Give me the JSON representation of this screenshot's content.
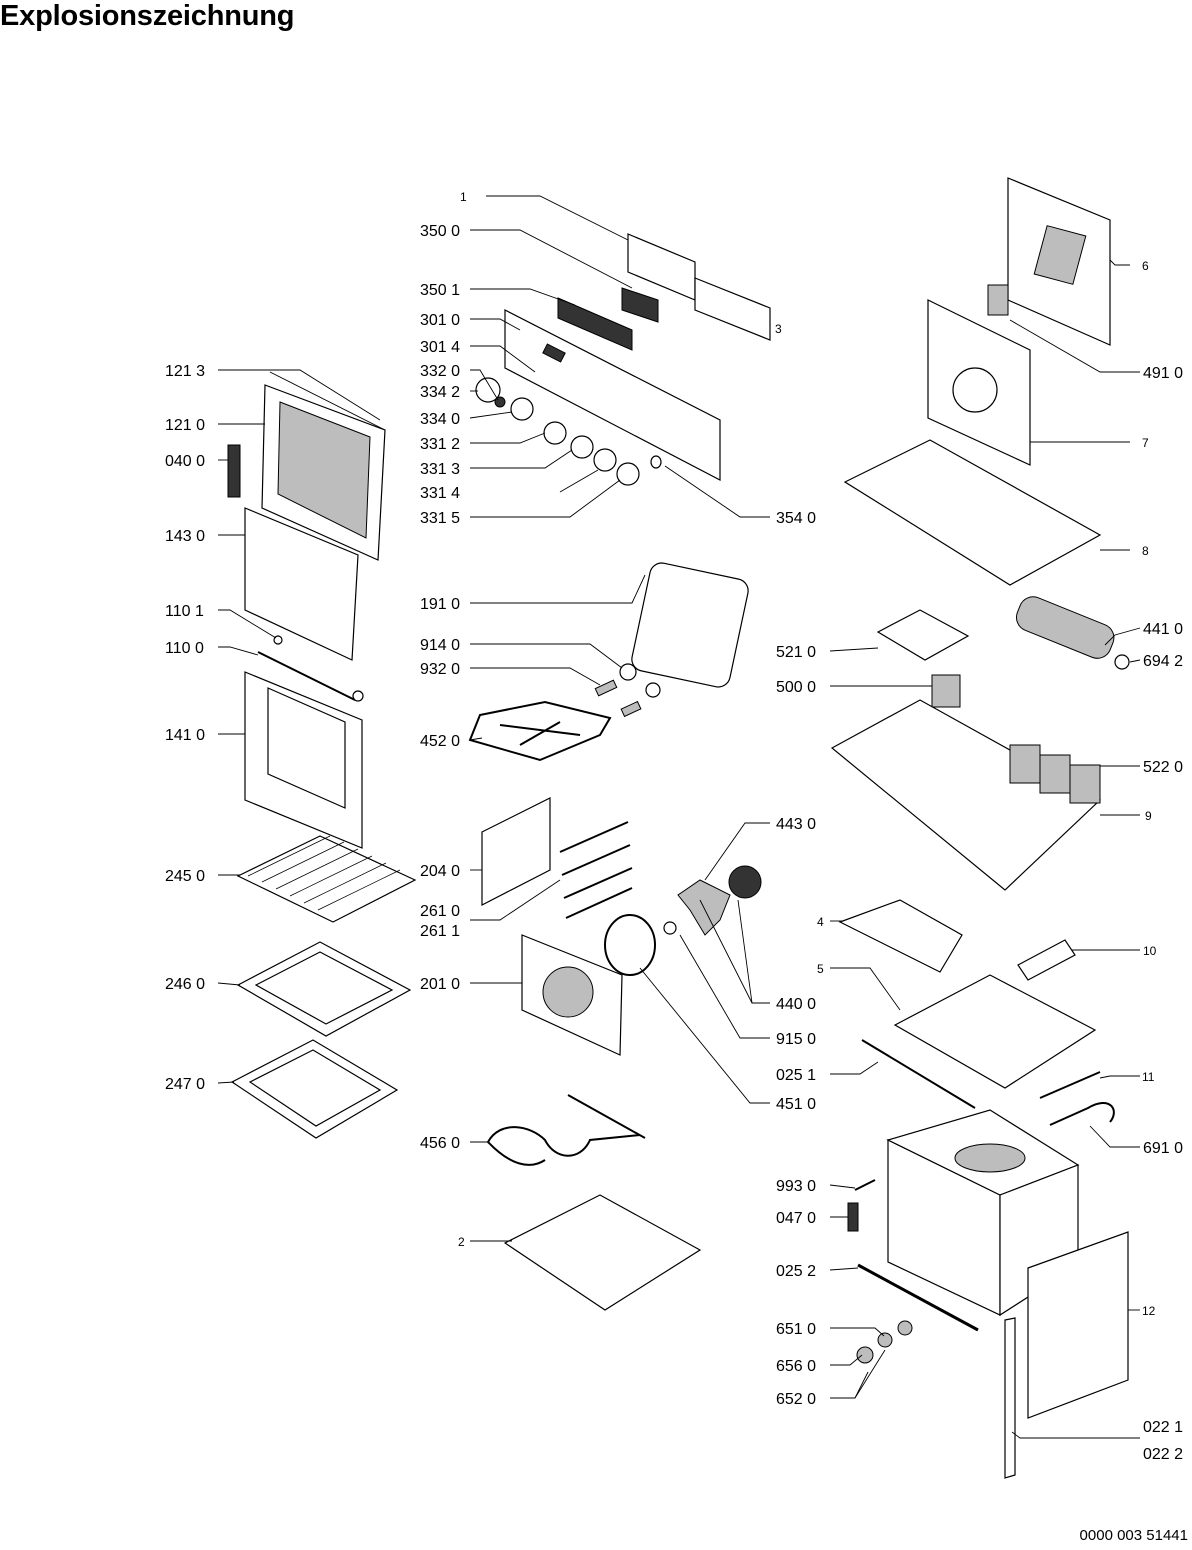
{
  "title": "Explosionszeichnung",
  "document_number": "0000 003 51441",
  "callouts": [
    {
      "id": "1",
      "label": "1"
    },
    {
      "id": "350-0",
      "label": "350 0"
    },
    {
      "id": "350-1",
      "label": "350 1"
    },
    {
      "id": "3",
      "label": "3"
    },
    {
      "id": "301-0",
      "label": "301 0"
    },
    {
      "id": "301-4",
      "label": "301 4"
    },
    {
      "id": "332-0",
      "label": "332 0"
    },
    {
      "id": "334-2",
      "label": "334 2"
    },
    {
      "id": "334-0",
      "label": "334 0"
    },
    {
      "id": "331-2",
      "label": "331 2"
    },
    {
      "id": "331-3",
      "label": "331 3"
    },
    {
      "id": "331-4",
      "label": "331 4"
    },
    {
      "id": "331-5",
      "label": "331 5"
    },
    {
      "id": "354-0",
      "label": "354 0"
    },
    {
      "id": "121-3",
      "label": "121 3"
    },
    {
      "id": "121-0",
      "label": "121 0"
    },
    {
      "id": "040-0",
      "label": "040 0"
    },
    {
      "id": "143-0",
      "label": "143 0"
    },
    {
      "id": "110-1",
      "label": "110 1"
    },
    {
      "id": "110-0",
      "label": "110 0"
    },
    {
      "id": "141-0",
      "label": "141 0"
    },
    {
      "id": "245-0",
      "label": "245 0"
    },
    {
      "id": "246-0",
      "label": "246 0"
    },
    {
      "id": "247-0",
      "label": "247 0"
    },
    {
      "id": "191-0",
      "label": "191 0"
    },
    {
      "id": "914-0",
      "label": "914 0"
    },
    {
      "id": "932-0",
      "label": "932 0"
    },
    {
      "id": "452-0",
      "label": "452 0"
    },
    {
      "id": "204-0",
      "label": "204 0"
    },
    {
      "id": "261-0",
      "label": "261 0"
    },
    {
      "id": "261-1",
      "label": "261 1"
    },
    {
      "id": "201-0",
      "label": "201 0"
    },
    {
      "id": "443-0",
      "label": "443 0"
    },
    {
      "id": "440-0",
      "label": "440 0"
    },
    {
      "id": "915-0",
      "label": "915 0"
    },
    {
      "id": "451-0",
      "label": "451 0"
    },
    {
      "id": "456-0",
      "label": "456 0"
    },
    {
      "id": "2",
      "label": "2"
    },
    {
      "id": "6",
      "label": "6"
    },
    {
      "id": "491-0",
      "label": "491 0"
    },
    {
      "id": "7",
      "label": "7"
    },
    {
      "id": "8",
      "label": "8"
    },
    {
      "id": "441-0",
      "label": "441 0"
    },
    {
      "id": "694-2",
      "label": "694 2"
    },
    {
      "id": "521-0",
      "label": "521 0"
    },
    {
      "id": "500-0",
      "label": "500 0"
    },
    {
      "id": "522-0",
      "label": "522 0"
    },
    {
      "id": "9",
      "label": "9"
    },
    {
      "id": "4",
      "label": "4"
    },
    {
      "id": "10",
      "label": "10"
    },
    {
      "id": "5",
      "label": "5"
    },
    {
      "id": "025-1",
      "label": "025 1"
    },
    {
      "id": "11",
      "label": "11"
    },
    {
      "id": "691-0",
      "label": "691 0"
    },
    {
      "id": "993-0",
      "label": "993 0"
    },
    {
      "id": "047-0",
      "label": "047 0"
    },
    {
      "id": "025-2",
      "label": "025 2"
    },
    {
      "id": "12",
      "label": "12"
    },
    {
      "id": "651-0",
      "label": "651 0"
    },
    {
      "id": "656-0",
      "label": "656 0"
    },
    {
      "id": "652-0",
      "label": "652 0"
    },
    {
      "id": "022-1",
      "label": "022 1"
    },
    {
      "id": "022-2",
      "label": "022 2"
    }
  ]
}
